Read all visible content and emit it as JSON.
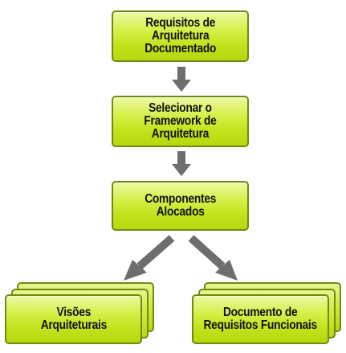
{
  "nodes": {
    "requirements": "Requisitos de\nArquitetura\nDocumentado",
    "select_framework": "Selecionar o\nFramework de\nArquitetura",
    "components": "Componentes\nAlocados",
    "views": "Visões\nArquiteturais",
    "functional_doc": "Documento de\nRequisitos Funcionais"
  },
  "colors": {
    "box_fill": "#c8e62a",
    "box_border": "#6f8a12",
    "arrow": "#6e6e6e",
    "text": "#111111"
  }
}
